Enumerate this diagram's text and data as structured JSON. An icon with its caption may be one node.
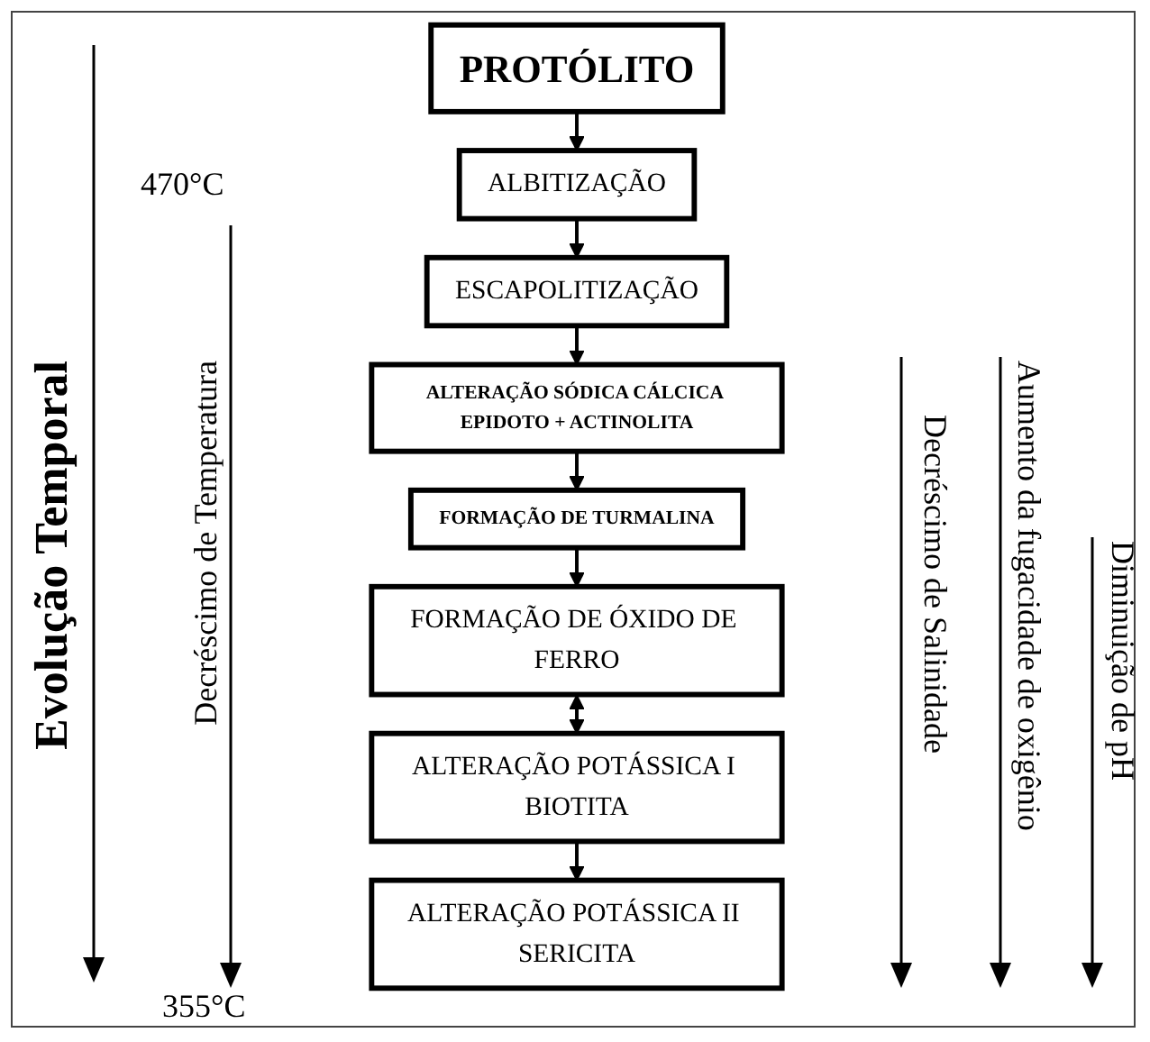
{
  "diagram": {
    "nodes": [
      {
        "text": [
          "PROTÓLITO"
        ]
      },
      {
        "text": [
          "ALBITIZAÇÃO"
        ]
      },
      {
        "text": [
          "ESCAPOLITIZAÇÃO"
        ]
      },
      {
        "text": [
          "ALTERAÇÃO SÓDICA CÁLCICA EPIDOTO + ACTINOLITA"
        ]
      },
      {
        "text": [
          "FORMAÇÃO DE TURMALINA"
        ]
      },
      {
        "text": [
          "FORMAÇÃO DE ÓXIDO DE FERRO"
        ]
      },
      {
        "text": [
          "ALTERAÇÃO POTÁSSICA I BIOTITA"
        ]
      },
      {
        "text": [
          "ALTERAÇÃO POTÁSSICA II SERICITA"
        ]
      }
    ],
    "edges": [
      {
        "from": 0,
        "to": 1,
        "arrow": "to"
      },
      {
        "from": 1,
        "to": 2,
        "arrow": "to"
      },
      {
        "from": 2,
        "to": 3,
        "arrow": "to"
      },
      {
        "from": 3,
        "to": 4,
        "arrow": "to"
      },
      {
        "from": 4,
        "to": 5,
        "arrow": "to"
      },
      {
        "from": 5,
        "to": 6,
        "arrow": "both"
      },
      {
        "from": 6,
        "to": 7,
        "arrow": "to"
      }
    ],
    "labels": [
      "Evolução Temporal",
      "470°C",
      "Decréscimo de Temperatura",
      "355°C",
      "Decréscimo de Salinidade",
      "Aumento da fugacidade de oxigênio",
      "Diminuição de pH"
    ]
  }
}
